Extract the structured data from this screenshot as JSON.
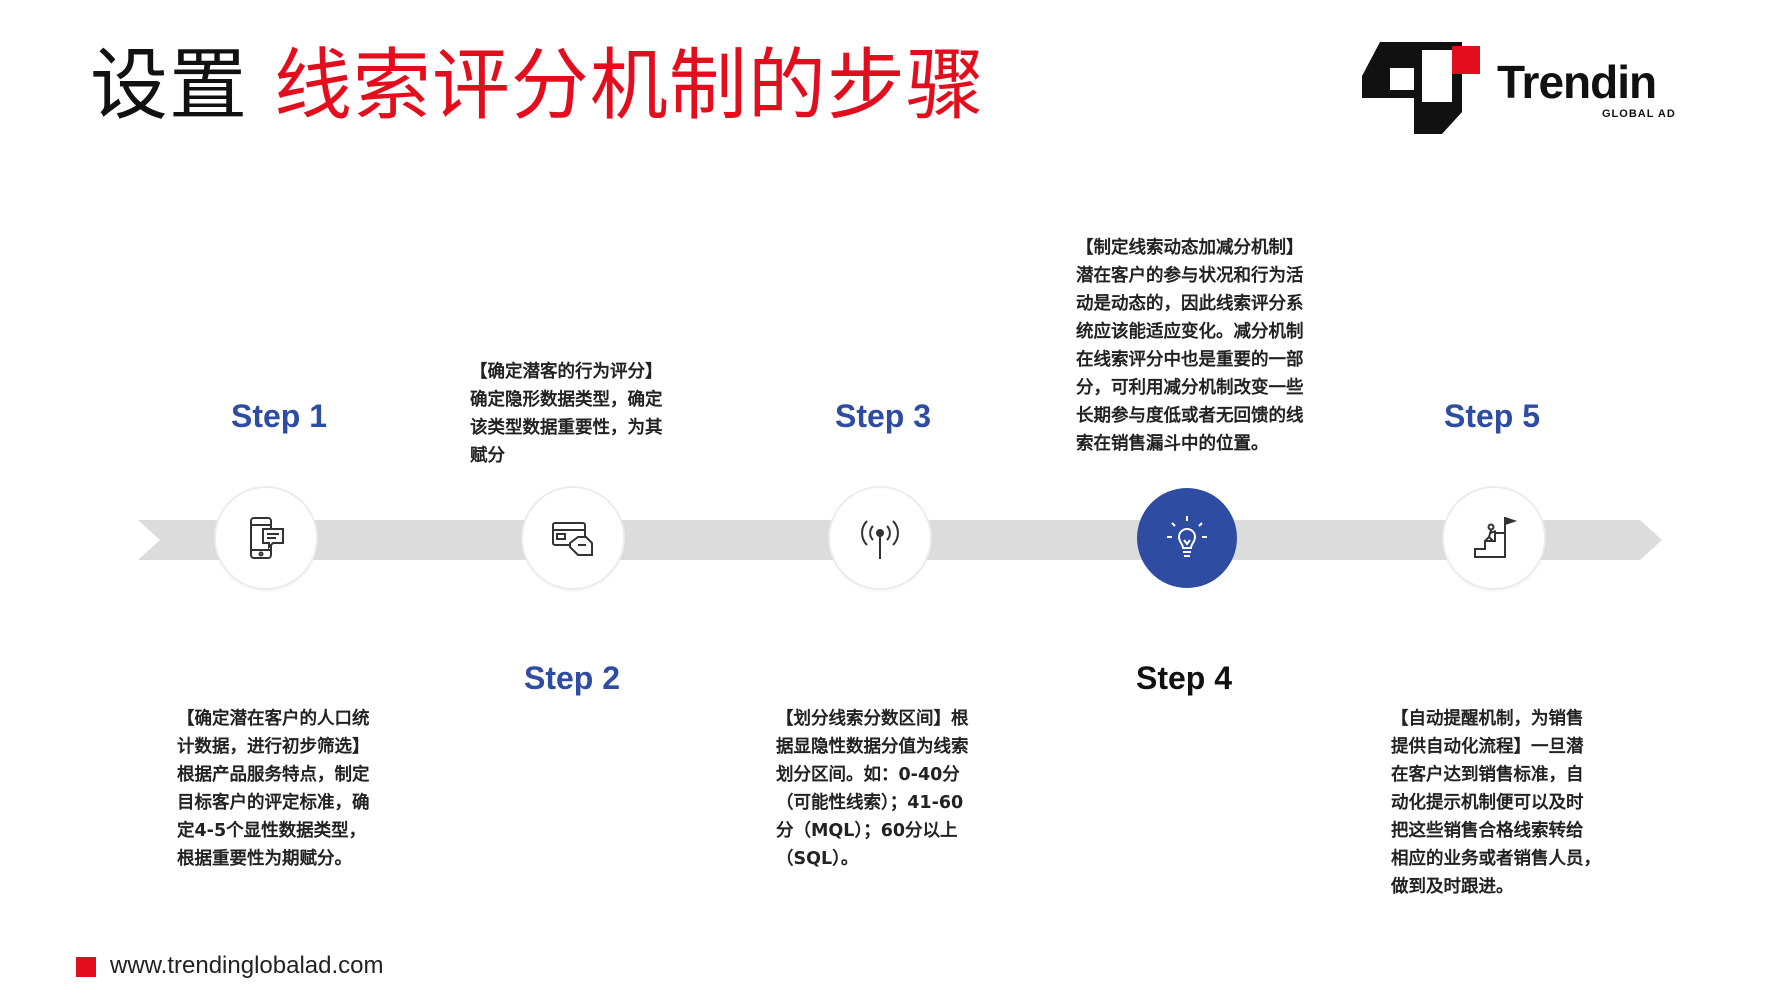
{
  "title": {
    "prefix": "设置",
    "highlight": "线索评分机制的步骤"
  },
  "logo": {
    "name": "Trendin",
    "sub": "GLOBAL AD"
  },
  "colors": {
    "accent_red": "#e30e1d",
    "step_blue": "#2e4ca1",
    "band_gray": "#dcdcdc"
  },
  "steps": [
    {
      "label": "Step 1",
      "icon": "mobile-chat-icon",
      "text": "【确定潜在客户的人口统\n计数据，进行初步筛选】\n根据产品服务特点，制定\n目标客户的评定标准，确\n定4-5个显性数据类型，\n根据重要性为期赋分。"
    },
    {
      "label": "Step 2",
      "icon": "card-hand-icon",
      "text": "【确定潜客的行为评分】\n确定隐形数据类型，确定\n该类型数据重要性，为其\n赋分"
    },
    {
      "label": "Step 3",
      "icon": "broadcast-signal-icon",
      "text": "【划分线索分数区间】根\n据显隐性数据分值为线索\n划分区间。如：0-40分\n（可能性线索）；41-60\n分（MQL）；60分以上\n（SQL）。"
    },
    {
      "label": "Step 4",
      "icon": "lightbulb-icon",
      "text": "【制定线索动态加减分机制】\n潜在客户的参与状况和行为活\n动是动态的，因此线索评分系\n统应该能适应变化。减分机制\n在线索评分中也是重要的一部\n分，可利用减分机制改变一些\n长期参与度低或者无回馈的线\n索在销售漏斗中的位置。"
    },
    {
      "label": "Step 5",
      "icon": "climb-flag-icon",
      "text": "【自动提醒机制，为销售\n提供自动化流程】一旦潜\n在客户达到销售标准，自\n动化提示机制便可以及时\n把这些销售合格线索转给\n相应的业务或者销售人员，\n做到及时跟进。"
    }
  ],
  "footer": {
    "url": "www.trendinglobalad.com"
  }
}
